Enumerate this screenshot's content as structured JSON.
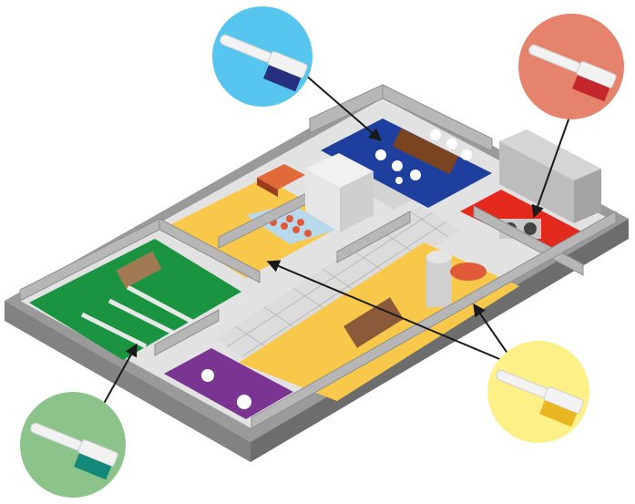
{
  "diagram": {
    "zones": [
      {
        "key": "dispatch_cool",
        "color": "#1e3f9e"
      },
      {
        "key": "machinery",
        "color": "#e3281c"
      },
      {
        "key": "prep",
        "color": "#f7c84a"
      },
      {
        "key": "process",
        "color": "#f7c84a"
      },
      {
        "key": "raw_goods",
        "color": "#1a9440"
      },
      {
        "key": "lab",
        "color": "#7a3592"
      },
      {
        "key": "corridor",
        "color": "#dcdcdc"
      }
    ],
    "brushes": [
      {
        "key": "blue",
        "circle": "#57c6ee",
        "head": "#27307f"
      },
      {
        "key": "red",
        "circle": "#e5836c",
        "head": "#c3262b"
      },
      {
        "key": "yellow",
        "circle": "#fdf087",
        "head": "#e9b821"
      },
      {
        "key": "green",
        "circle": "#8cc38a",
        "head": "#138a78"
      }
    ],
    "icons": [
      "scrubbing-brush-icon",
      "arrow-icon"
    ]
  }
}
